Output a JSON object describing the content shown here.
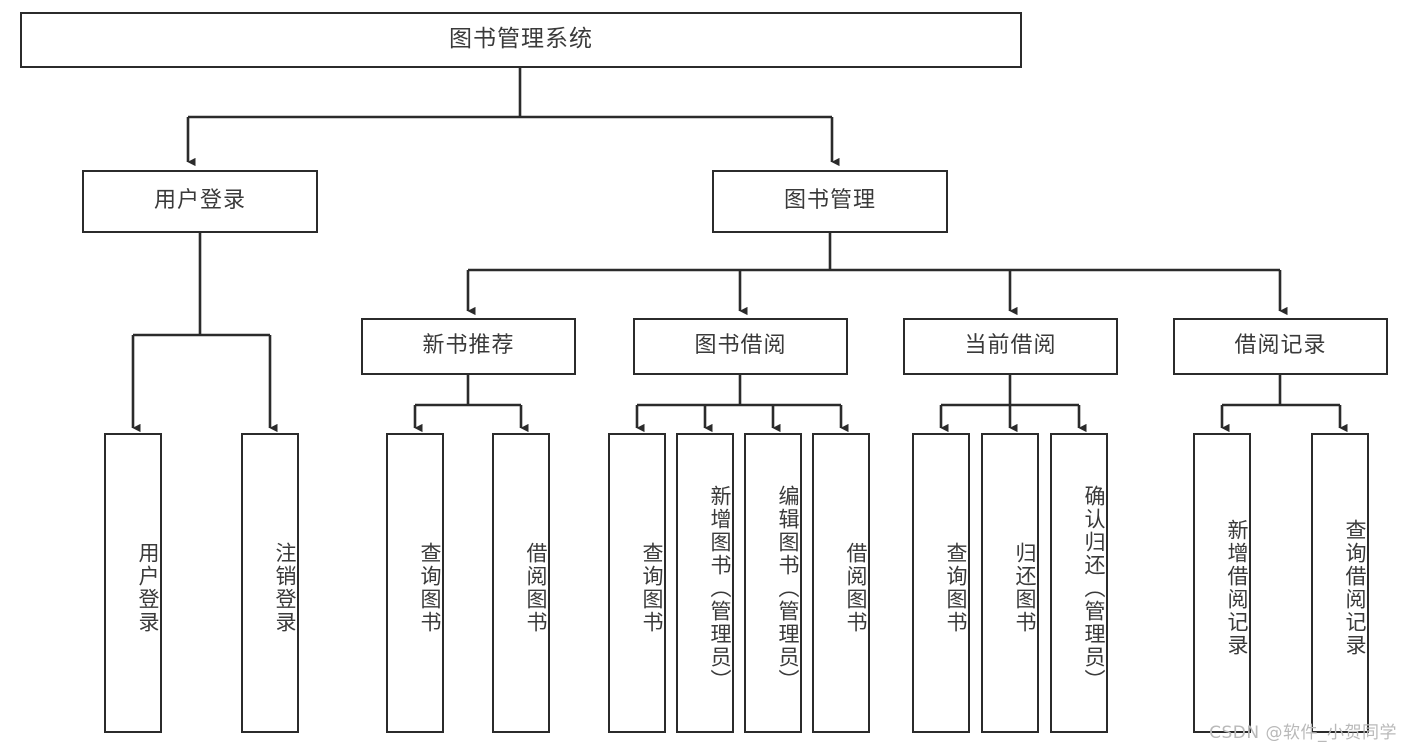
{
  "diagram": {
    "title": "图书管理系统",
    "type": "tree-hierarchy-chart",
    "watermark": "CSDN @软件_小贺同学",
    "colors": {
      "background": "#ffffff",
      "box_border": "#2b2b2b",
      "box_fill": "#ffffff",
      "text": "#3a3a3a",
      "connector": "#2b2b2b",
      "watermark": "#b9b9b9"
    },
    "nodes": {
      "root": {
        "label": "图书管理系统"
      },
      "level2": [
        {
          "id": "user-login",
          "label": "用户登录"
        },
        {
          "id": "book-manage",
          "label": "图书管理"
        }
      ],
      "level3": [
        {
          "id": "new-book-recommend",
          "label": "新书推荐"
        },
        {
          "id": "book-borrow",
          "label": "图书借阅"
        },
        {
          "id": "current-borrow",
          "label": "当前借阅"
        },
        {
          "id": "borrow-record",
          "label": "借阅记录"
        }
      ],
      "leaves": {
        "user_login": [
          {
            "id": "leaf-user-login",
            "label": "用户登录"
          },
          {
            "id": "leaf-logout-login",
            "label": "注销登录"
          }
        ],
        "new_book_recommend": [
          {
            "id": "leaf-query-book-1",
            "label": "查询图书"
          },
          {
            "id": "leaf-borrow-book-1",
            "label": "借阅图书"
          }
        ],
        "book_borrow": [
          {
            "id": "leaf-query-book-2",
            "label": "查询图书"
          },
          {
            "id": "leaf-add-book",
            "label": "新增图书（管理员）"
          },
          {
            "id": "leaf-edit-book",
            "label": "编辑图书（管理员）"
          },
          {
            "id": "leaf-borrow-book-2",
            "label": "借阅图书"
          }
        ],
        "current_borrow": [
          {
            "id": "leaf-query-book-3",
            "label": "查询图书"
          },
          {
            "id": "leaf-return-book",
            "label": "归还图书"
          },
          {
            "id": "leaf-confirm-return",
            "label": "确认归还（管理员）"
          }
        ],
        "borrow_record": [
          {
            "id": "leaf-add-record",
            "label": "新增借阅记录"
          },
          {
            "id": "leaf-query-record",
            "label": "查询借阅记录"
          }
        ]
      }
    }
  }
}
